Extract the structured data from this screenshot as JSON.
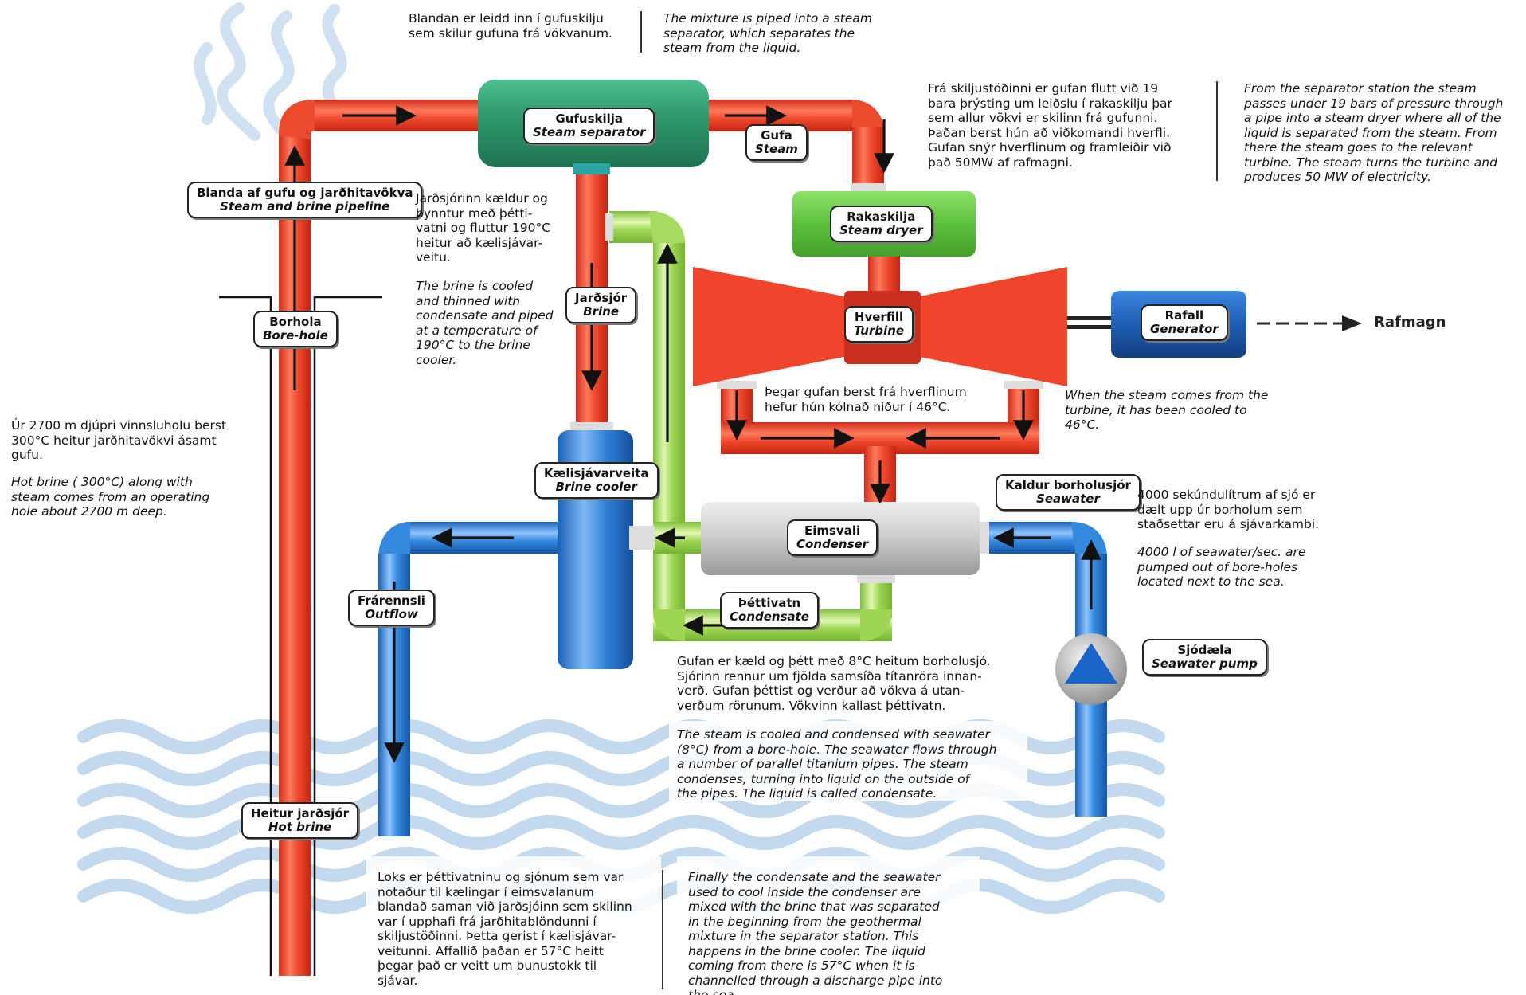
{
  "labels": {
    "separator": {
      "is": "Gufuskilja",
      "en": "Steam separator"
    },
    "steam": {
      "is": "Gufa",
      "en": "Steam"
    },
    "pipeline": {
      "is": "Blanda af gufu og jarðhitavökva",
      "en": "Steam and brine pipeline"
    },
    "dryer": {
      "is": "Rakaskilja",
      "en": "Steam dryer"
    },
    "borehole": {
      "is": "Borhola",
      "en": "Bore-hole"
    },
    "brine": {
      "is": "Jarðsjór",
      "en": "Brine"
    },
    "turbine": {
      "is": "Hverfill",
      "en": "Turbine"
    },
    "generator": {
      "is": "Rafall",
      "en": "Generator"
    },
    "cooler": {
      "is": "Kælisjávarveita",
      "en": "Brine cooler"
    },
    "seawater": {
      "is": "Kaldur borholusjór",
      "en": "Seawater"
    },
    "condenser": {
      "is": "Eimsvali",
      "en": "Condenser"
    },
    "outflow": {
      "is": "Frárennsli",
      "en": "Outflow"
    },
    "condensate": {
      "is": "Þéttivatn",
      "en": "Condensate"
    },
    "pump": {
      "is": "Sjódæla",
      "en": "Seawater pump"
    },
    "hotbrine": {
      "is": "Heitur jarðsjór",
      "en": "Hot brine"
    }
  },
  "output_label": "Rafmagn",
  "texts": {
    "mixture_is": "Blandan er leidd inn í gufuskilju\nsem skilur gufuna frá vökvanum.",
    "mixture_en": "The mixture is piped into a steam\nseparator, which separates the\nsteam from the liquid.",
    "separator_station_is": "Frá skiljustöðinni er gufan flutt við 19\nbara þrýsting um leiðslu í rakaskilju þar\nsem allur vökvi er skilinn frá gufunni.\nÞaðan berst hún að viðkomandi hverfli.\nGufan snýr hverflinum og framleiðir við\nþað 50MW af rafmagni.",
    "separator_station_en": "From the separator station the steam\npasses under 19 bars of pressure through\na pipe into a steam dryer where all of the\nliquid is separated from the steam. From\nthere the steam goes to the relevant\nturbine. The steam turns the turbine and\nproduces 50 MW of electricity.",
    "brine_cooled_is": "Jarðsjórinn kældur og\nþynntur með þétti-\nvatni og fluttur   190°C\nheitur að kælisjávar-\nveitu.",
    "brine_cooled_en": "The brine is cooled\nand thinned with\ncondensate and piped\nat a temperature of\n190°C to the brine\ncooler.",
    "turbine_cooled_is": "Þegar gufan berst frá hverflinum\nhefur hún kólnað niður í    46°C.",
    "turbine_cooled_en": "When the steam comes from the\nturbine, it has been cooled to\n   46°C.",
    "hot_brine_is": "Úr 2700 m djúpri vinnsluholu berst\n300°C heitur jarðhitavökvi ásamt\ngufu.",
    "hot_brine_en": "Hot brine ( 300°C) along with\nsteam comes from an operating\nhole about 2700 m deep.",
    "seawater_is": "4000 sekúndulítrum af sjó er\ndælt upp úr borholum sem\nstaðsettar eru á sjávarkambi.",
    "seawater_en": "4000 l of seawater/sec. are\npumped out of bore-holes\nlocated next to the sea.",
    "condense_is": "Gufan er kæld og þétt með 8°C heitum borholusjó.\nSjórinn rennur um fjölda samsíða títanröra innan-\nverð. Gufan þéttist og verður að vökva á utan-\nverðum rörunum. Vökvinn kallast þéttivatn.",
    "condense_en": "The steam is cooled and condensed with seawater\n(8°C) from a bore-hole. The seawater flows through\na number of parallel titanium pipes. The steam\ncondenses, turning into liquid on the outside of\nthe pipes. The liquid is called condensate.",
    "finally_is": "Loks er þéttivatninu og sjónum sem var\nnotaður til kælingar í eimsvalanum\nblandað saman við jarðsjóinn sem skilinn\nvar í upphafi frá jarðhitablöndunni í\nskiljustöðinni. Þetta gerist í kælisjávar-\nveitunni. Affallið þaðan er    57°C heitt\nþegar það er veitt um bunustokk til\nsjávar.",
    "finally_en": "Finally the condensate and the seawater\nused to cool inside the condenser are\nmixed with the brine that was separated\nin the beginning from the geothermal\nmixture in the separator station. This\nhappens in the brine cooler. The liquid\ncoming from there is    57°C when it is\nchannelled through a discharge pipe into\nthe sea."
  },
  "colors": {
    "red_pipe": "#e8412a",
    "red_highlight": "#ff8a6a",
    "blue_pipe": "#2f7fd6",
    "blue_highlight": "#8cc4ff",
    "green_pipe": "#98d24a",
    "green_highlight": "#d5f0a0",
    "separator": "#2e9a6e",
    "dryer": "#66c94a",
    "condenser": "#c9c9c9",
    "generator": "#1e5eb3",
    "waves": "#c3d9ee"
  }
}
